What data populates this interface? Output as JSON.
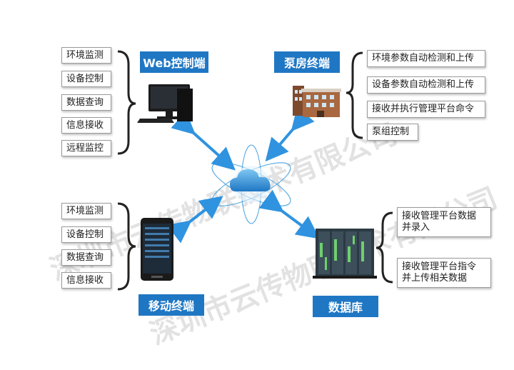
{
  "watermark": "深圳市云传物联技术有限公司",
  "web": {
    "title": "Web控制端",
    "items": [
      "环境监测",
      "设备控制",
      "数据查询",
      "信息接收",
      "远程监控"
    ]
  },
  "pump": {
    "title": "泵房终端",
    "items": [
      "环境参数自动检测和上传",
      "设备参数自动检测和上传",
      "接收并执行管理平台命令",
      "泵组控制"
    ]
  },
  "mobile": {
    "title": "移动终端",
    "items": [
      "环境监测",
      "设备控制",
      "数据查询",
      "信息接收"
    ]
  },
  "db": {
    "title": "数据库",
    "items": [
      "接收管理平台数据\n并录入",
      "接收管理平台指令\n并上传相关数据"
    ]
  },
  "colors": {
    "accent": "#1f77c4",
    "arrow": "#2f93e0"
  }
}
